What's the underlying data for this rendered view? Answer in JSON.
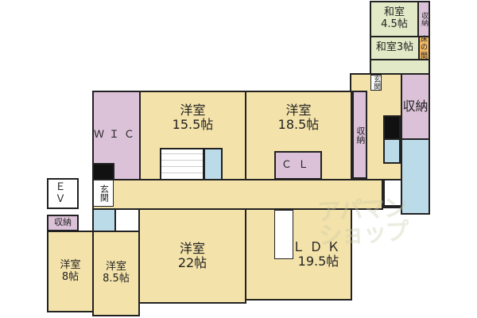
{
  "rooms": {
    "washitsu45": {
      "name": "和室",
      "size": "4.5帖"
    },
    "washitsu45_storage": "収納",
    "washitsu3": "和室3帖",
    "tokonoma": "床の間",
    "entrance_upper": "玄関",
    "storage_vertical": "収納",
    "storage_large": "収納",
    "yoshitsu155": {
      "name": "洋室",
      "size": "15.5帖"
    },
    "yoshitsu185": {
      "name": "洋室",
      "size": "18.5帖"
    },
    "wic": "ＷＩＣ",
    "cl": "ＣＬ",
    "ev": "ＥＶ",
    "entrance_main": "玄関",
    "storage_small": "収納",
    "yoshitsu8": {
      "name": "洋室",
      "size": "8帖"
    },
    "yoshitsu85": {
      "name": "洋室",
      "size": "8.5帖"
    },
    "yoshitsu22": {
      "name": "洋室",
      "size": "22帖"
    },
    "ldk": {
      "name": "ＬＤＫ",
      "size": "19.5帖"
    }
  },
  "watermark": {
    "line1": "アパマン",
    "line2": "ショップ"
  },
  "colors": {
    "western": "#f3e2a9",
    "storage": "#dcc2d9",
    "japanese": "#e1e9c6",
    "wet": "#bcdbe8",
    "tokonoma": "#f1b865"
  }
}
